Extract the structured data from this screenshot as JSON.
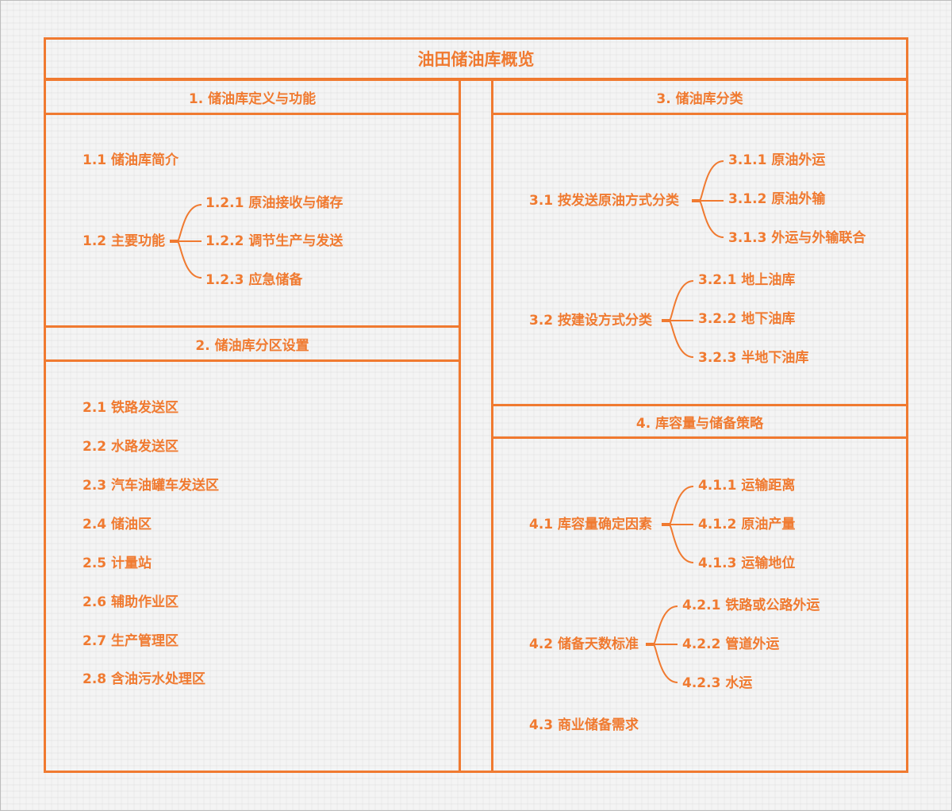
{
  "title": "油田储油库概览",
  "colors": {
    "accent": "#f07a30",
    "background": "#f4f4f4"
  },
  "sections": {
    "s1": {
      "title": "1. 储油库定义与功能",
      "i1": "1.1 储油库简介",
      "i2": {
        "label": "1.2 主要功能",
        "c1": "1.2.1 原油接收与储存",
        "c2": "1.2.2 调节生产与发送",
        "c3": "1.2.3 应急储备"
      }
    },
    "s2": {
      "title": "2. 储油库分区设置",
      "items": [
        "2.1 铁路发送区",
        "2.2 水路发送区",
        "2.3 汽车油罐车发送区",
        "2.4 储油区",
        "2.5 计量站",
        "2.6 辅助作业区",
        "2.7 生产管理区",
        "2.8 含油污水处理区"
      ]
    },
    "s3": {
      "title": "3. 储油库分类",
      "g1": {
        "label": "3.1 按发送原油方式分类",
        "c1": "3.1.1 原油外运",
        "c2": "3.1.2 原油外输",
        "c3": "3.1.3 外运与外输联合"
      },
      "g2": {
        "label": "3.2 按建设方式分类",
        "c1": "3.2.1 地上油库",
        "c2": "3.2.2 地下油库",
        "c3": "3.2.3 半地下油库"
      }
    },
    "s4": {
      "title": "4. 库容量与储备策略",
      "g1": {
        "label": "4.1 库容量确定因素",
        "c1": "4.1.1 运输距离",
        "c2": "4.1.2 原油产量",
        "c3": "4.1.3 运输地位"
      },
      "g2": {
        "label": "4.2 储备天数标准",
        "c1": "4.2.1 铁路或公路外运",
        "c2": "4.2.2 管道外运",
        "c3": "4.2.3 水运"
      },
      "i3": "4.3 商业储备需求"
    }
  }
}
